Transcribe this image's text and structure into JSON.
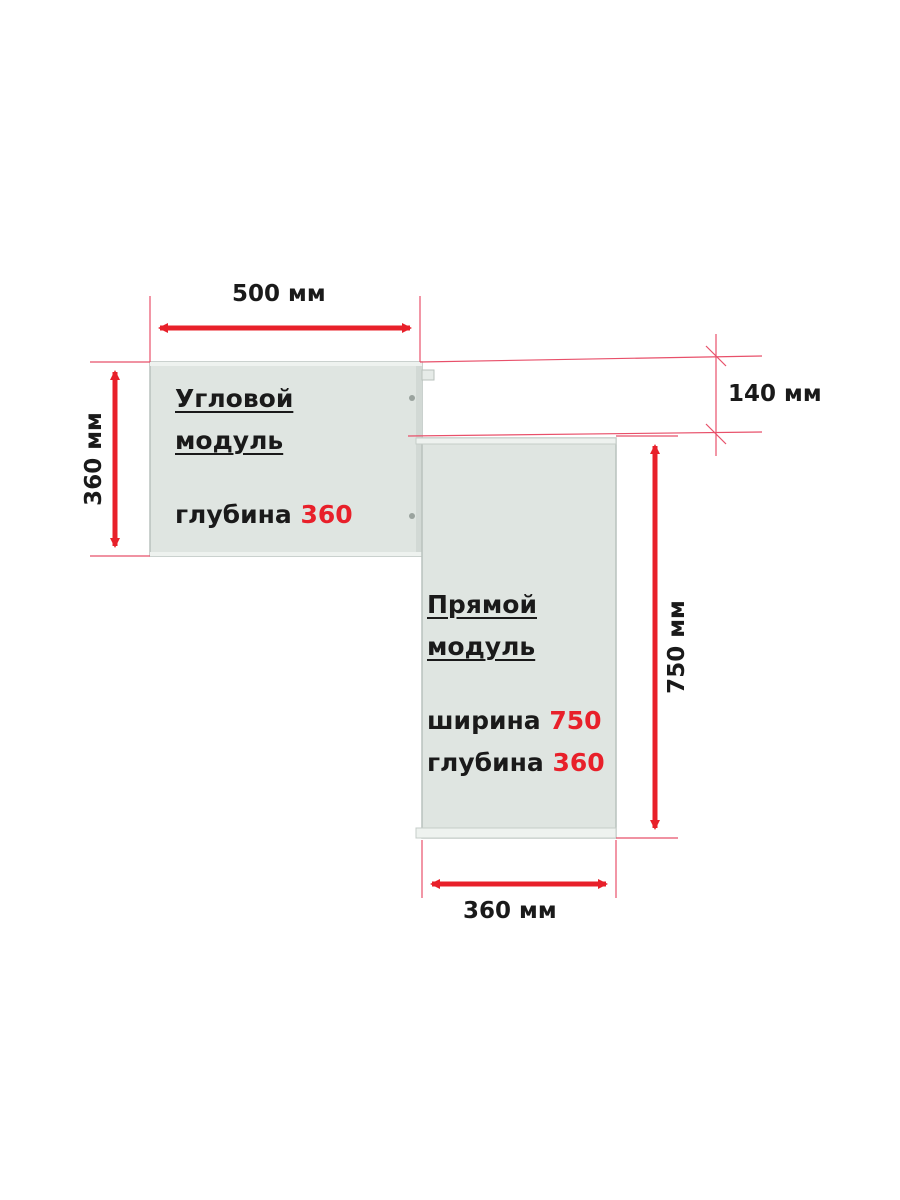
{
  "dimensions": {
    "corner_width": "500 мм",
    "corner_depth": "360 мм",
    "offset": "140 мм",
    "straight_length": "750 мм",
    "straight_depth": "360 мм"
  },
  "corner_module": {
    "title_line1": "Угловой",
    "title_line2": "модуль",
    "depth_label": "глубина",
    "depth_value": "360"
  },
  "straight_module": {
    "title_line1": "Прямой",
    "title_line2": "модуль",
    "width_label": "ширина",
    "width_value": "750",
    "depth_label": "глубина",
    "depth_value": "360"
  },
  "colors": {
    "panel_fill": "#dfe5e1",
    "panel_edge": "#b9c2bd",
    "arrow": "#e8202a",
    "guide": "#e8506a",
    "value": "#e8202a"
  }
}
